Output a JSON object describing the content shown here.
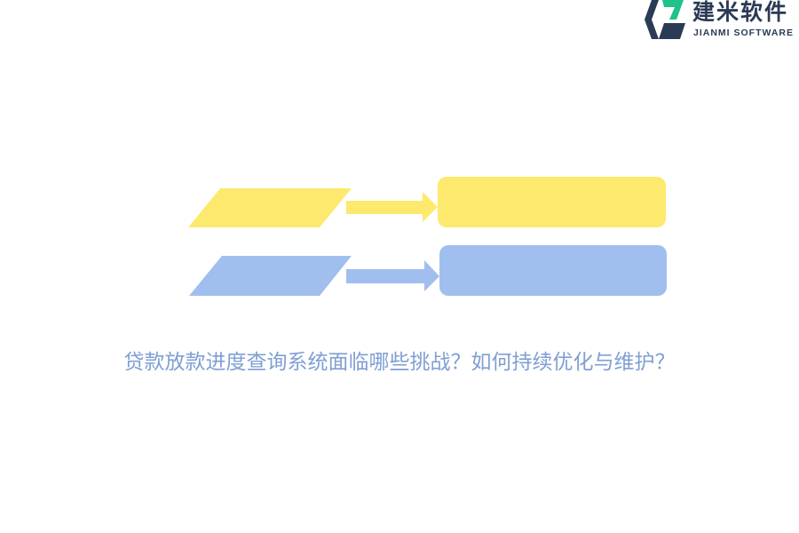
{
  "brand": {
    "name_cn": "建米软件",
    "name_en": "JIANMI SOFTWARE"
  },
  "colors": {
    "yellow": "#fde96d",
    "blue": "#a0bfee",
    "caption": "#7f9fd3",
    "brand_dark": "#2b3a55",
    "brand_green": "#1fc28a"
  },
  "caption": "贷款放款进度查询系统面临哪些挑战？如何持续优化与维护？"
}
